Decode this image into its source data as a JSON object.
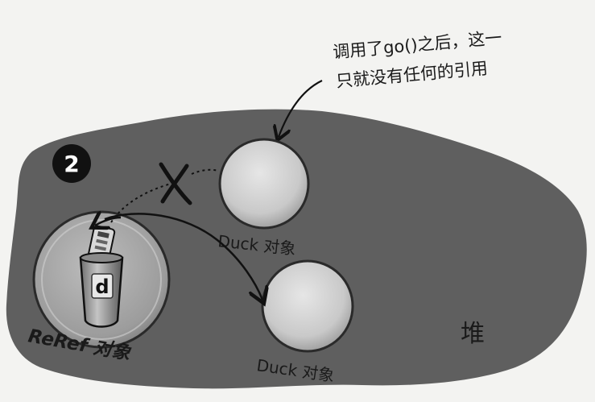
{
  "step_number": "2",
  "annotation": {
    "line1": "调用了go()之后，这一",
    "line2": "只就没有任何的引用"
  },
  "objects": {
    "reref_label": "ReRef 对象",
    "reref_variable": "d",
    "duck_top_label": "Duck 对象",
    "duck_bottom_label": "Duck 对象"
  },
  "heap_label": "堆",
  "colors": {
    "heap": "#5f5f5f",
    "object_sphere": "#cfcfcf",
    "background": "#f3f3f1",
    "ink": "#1a1a1a"
  }
}
